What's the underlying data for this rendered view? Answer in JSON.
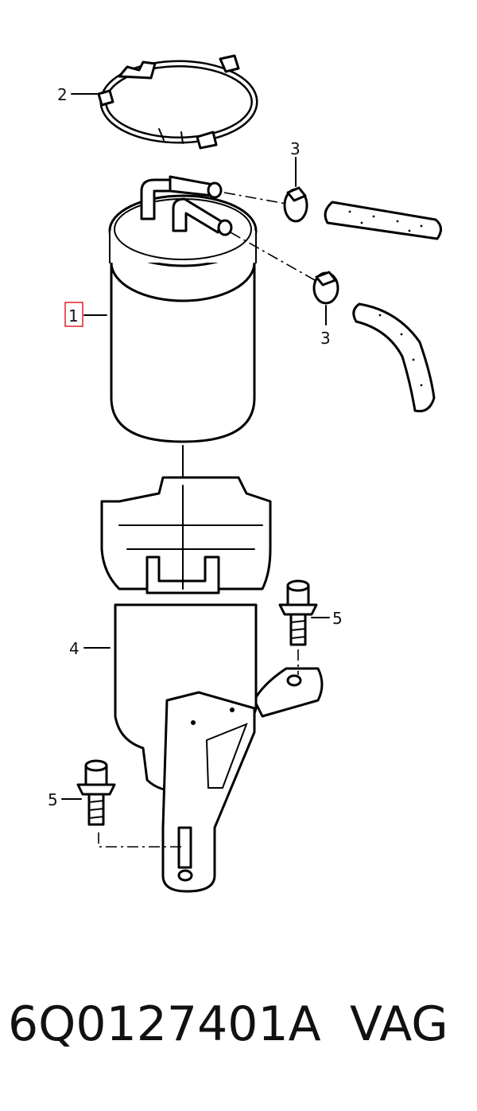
{
  "callouts": [
    {
      "id": "1",
      "text": "1",
      "highlighted": true
    },
    {
      "id": "2",
      "text": "2"
    },
    {
      "id": "3a",
      "text": "3"
    },
    {
      "id": "3b",
      "text": "3"
    },
    {
      "id": "4",
      "text": "4"
    },
    {
      "id": "5a",
      "text": "5"
    },
    {
      "id": "5b",
      "text": "5"
    }
  ],
  "caption": {
    "part_number": "6Q0127401A",
    "brand": "VAG"
  },
  "colors": {
    "line": "#000000",
    "highlight": "#e0202a",
    "hose_fill": "#ffffff"
  }
}
